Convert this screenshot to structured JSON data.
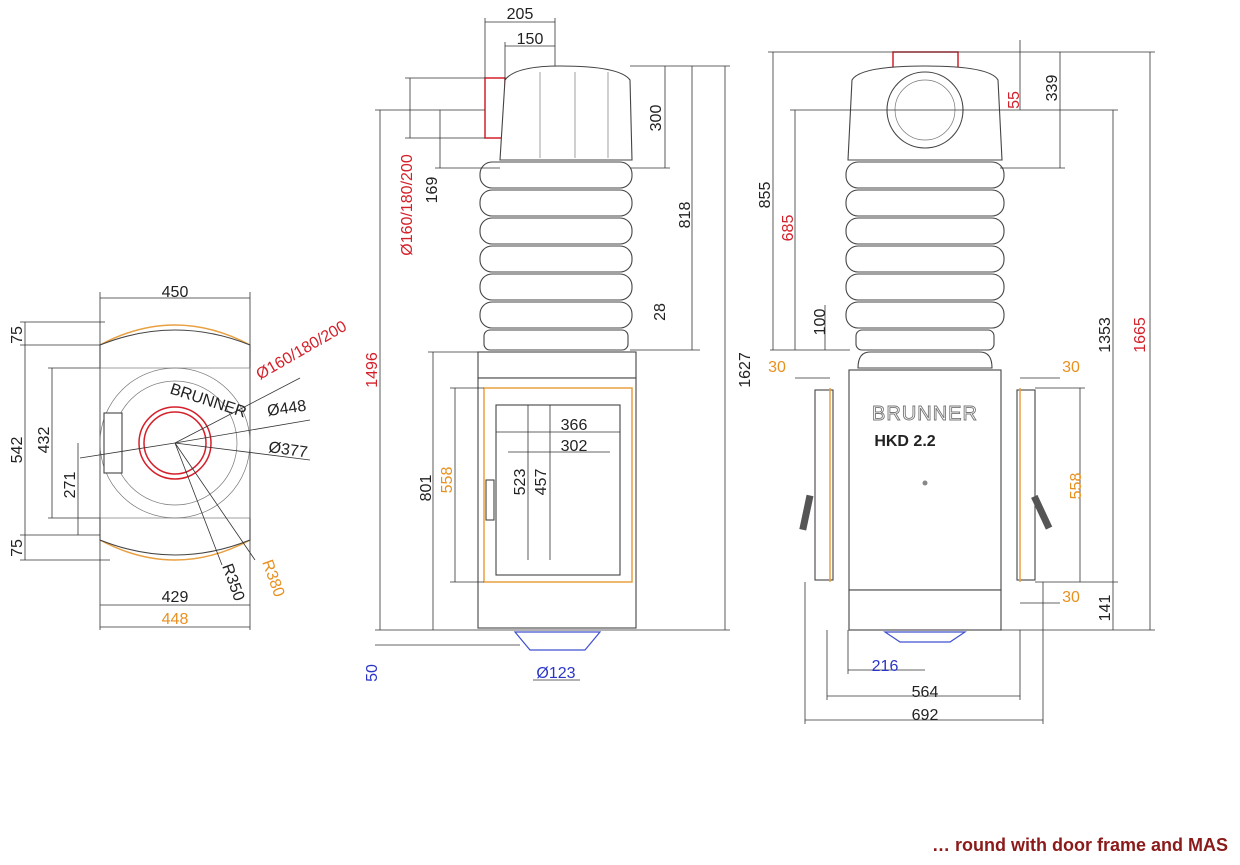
{
  "top_view": {
    "width_450": "450",
    "top_75": "75",
    "depth_542": "542",
    "depth_432": "432",
    "offset_271": "271",
    "bottom_75": "75",
    "flue_diameter": "Ø160/180/200",
    "dia_448": "Ø448",
    "dia_377": "Ø377",
    "r350": "R350",
    "r380": "R380",
    "width_429": "429",
    "width_448": "448",
    "logo": "BRUNNER"
  },
  "front_view": {
    "w205": "205",
    "w150": "150",
    "h300": "300",
    "flue_diameter": "Ø160/180/200",
    "h169": "169",
    "h818": "818",
    "h28": "28",
    "h1496": "1496",
    "h1627": "1627",
    "h558": "558",
    "h801": "801",
    "w366": "366",
    "w302": "302",
    "h523": "523",
    "h457": "457",
    "h50": "50",
    "dia123": "Ø123"
  },
  "side_view": {
    "h855": "855",
    "h685": "685",
    "h55": "55",
    "h339": "339",
    "h100": "100",
    "h1353": "1353",
    "h1665": "1665",
    "left30": "30",
    "right30": "30",
    "brand": "BRUNNER",
    "model": "HKD 2.2",
    "h558": "558",
    "lower30": "30",
    "h141": "141",
    "w216": "216",
    "w564": "564",
    "w692": "692"
  },
  "caption": "… round with door frame and MAS",
  "colors": {
    "red": "#d4202a",
    "orange": "#e8901e",
    "blue": "#2a35c8",
    "caption": "#8b1a1a"
  }
}
